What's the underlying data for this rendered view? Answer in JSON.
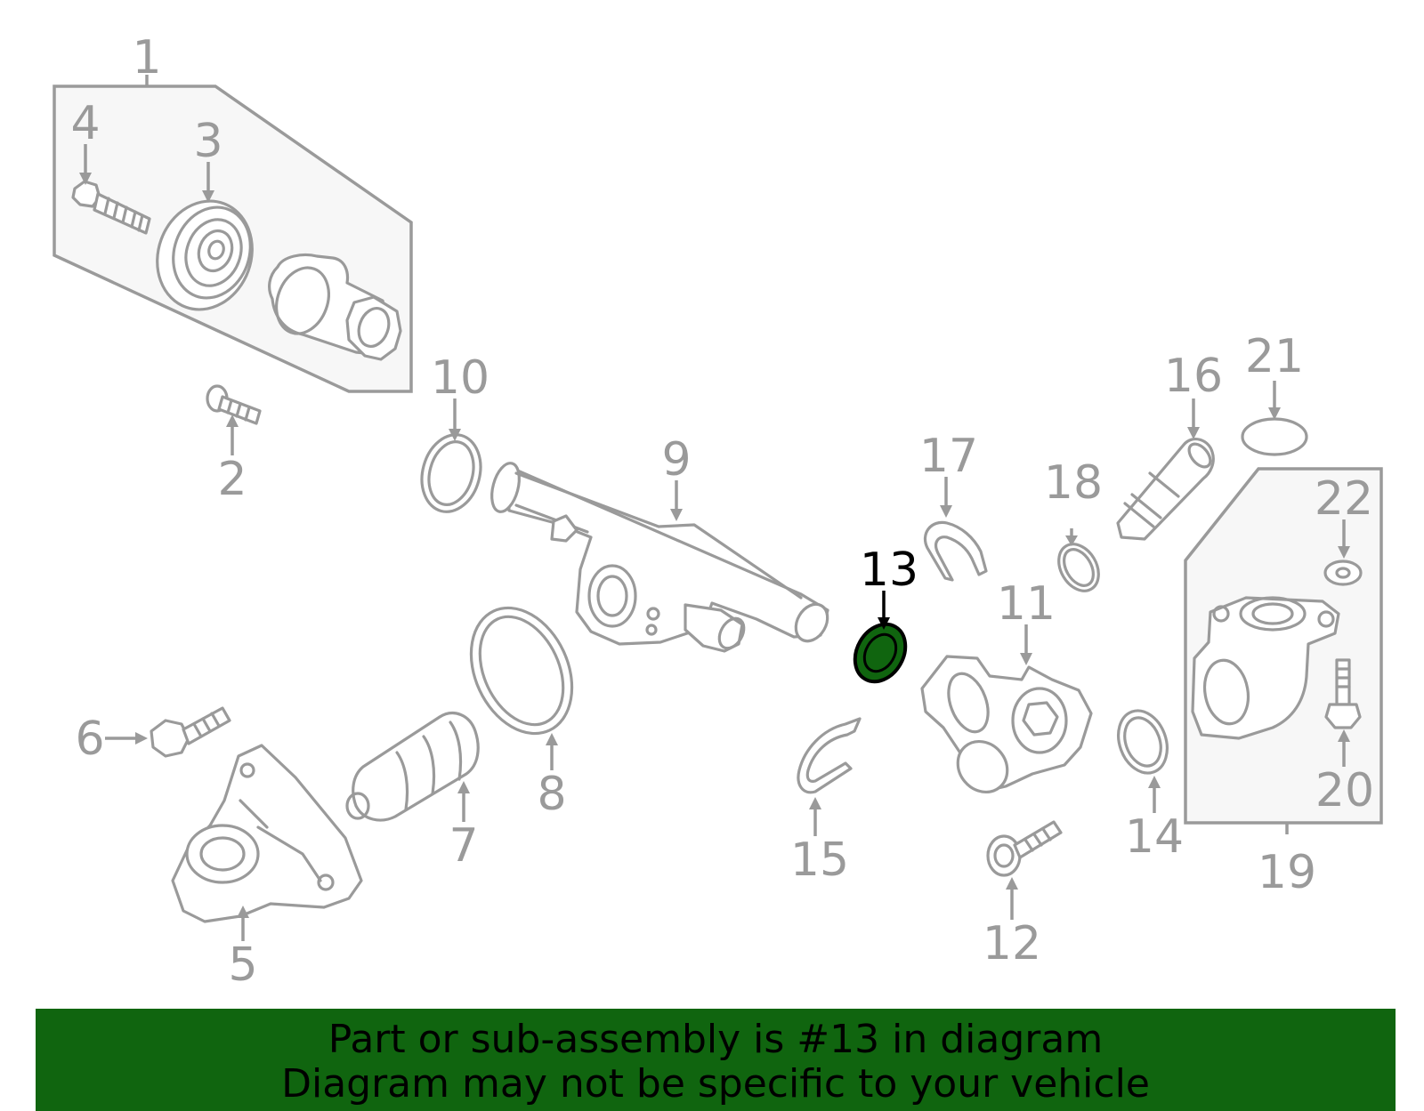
{
  "diagram": {
    "selected_callout": "13",
    "callouts": [
      "1",
      "2",
      "3",
      "4",
      "5",
      "6",
      "7",
      "8",
      "9",
      "10",
      "11",
      "12",
      "13",
      "14",
      "15",
      "16",
      "17",
      "18",
      "19",
      "20",
      "21",
      "22"
    ]
  },
  "banner": {
    "line1": "Part or sub-assembly is #13 in diagram",
    "line2": "Diagram may not be specific to your vehicle"
  },
  "colors": {
    "banner_bg": "#10650f",
    "highlight_part": "#10650f",
    "line_gray": "#9a9a9a",
    "box_fill": "#f7f7f7"
  }
}
